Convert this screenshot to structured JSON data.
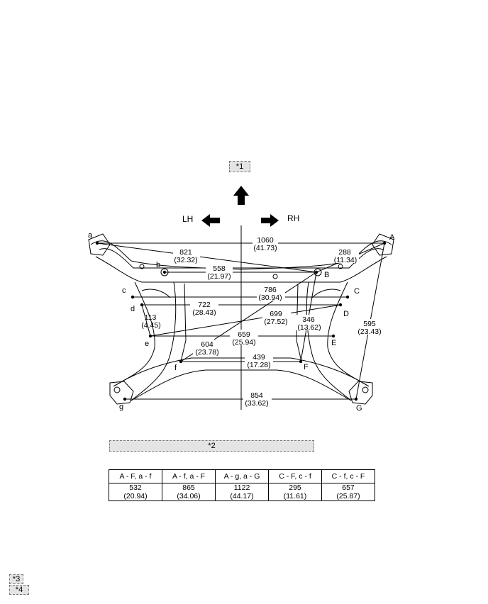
{
  "callouts": {
    "c1": "*1",
    "c2": "*2",
    "c3": "*3",
    "c4": "*4"
  },
  "directions": {
    "left": "LH",
    "right": "RH"
  },
  "points": {
    "a": "a",
    "A": "A",
    "b": "b",
    "B": "B",
    "c": "c",
    "C": "C",
    "d": "d",
    "D": "D",
    "e": "e",
    "E": "E",
    "f": "f",
    "F": "F",
    "g": "g",
    "G": "G"
  },
  "dimensions": [
    {
      "id": "d1060",
      "value": "1060",
      "inch": "(41.73)"
    },
    {
      "id": "d821",
      "value": "821",
      "inch": "(32.32)"
    },
    {
      "id": "d288",
      "value": "288",
      "inch": "(11.34)"
    },
    {
      "id": "d558",
      "value": "558",
      "inch": "(21.97)"
    },
    {
      "id": "d786",
      "value": "786",
      "inch": "(30.94)"
    },
    {
      "id": "d722",
      "value": "722",
      "inch": "(28.43)"
    },
    {
      "id": "d113",
      "value": "113",
      "inch": "(4.45)"
    },
    {
      "id": "d699",
      "value": "699",
      "inch": "(27.52)"
    },
    {
      "id": "d346",
      "value": "346",
      "inch": "(13.62)"
    },
    {
      "id": "d595",
      "value": "595",
      "inch": "(23.43)"
    },
    {
      "id": "d659",
      "value": "659",
      "inch": "(25.94)"
    },
    {
      "id": "d604",
      "value": "604",
      "inch": "(23.78)"
    },
    {
      "id": "d439",
      "value": "439",
      "inch": "(17.28)"
    },
    {
      "id": "d854",
      "value": "854",
      "inch": "(33.62)"
    }
  ],
  "table": {
    "headers": [
      "A - F, a - f",
      "A - f, a - F",
      "A - g, a - G",
      "C - F, c - f",
      "C - f, c - F"
    ],
    "values": [
      "532",
      "865",
      "1122",
      "295",
      "657"
    ],
    "inches": [
      "(20.94)",
      "(34.06)",
      "(44.17)",
      "(11.61)",
      "(25.87)"
    ]
  }
}
